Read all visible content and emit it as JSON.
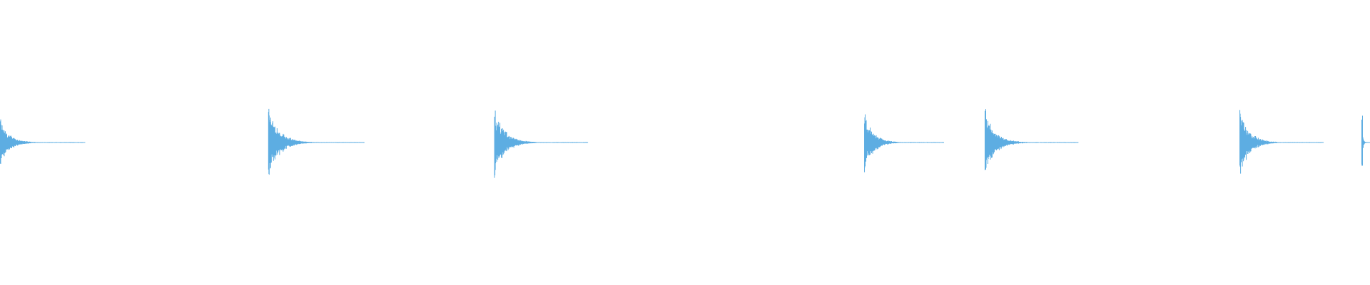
{
  "waveform": {
    "color": "#5dade2",
    "background": "#ffffff",
    "events": [
      {
        "start_fraction": 0.0,
        "peak": 0.34,
        "decay_fraction": 0.062
      },
      {
        "start_fraction": 0.196,
        "peak": 0.54,
        "decay_fraction": 0.07
      },
      {
        "start_fraction": 0.361,
        "peak": 0.5,
        "decay_fraction": 0.068
      },
      {
        "start_fraction": 0.631,
        "peak": 0.43,
        "decay_fraction": 0.058
      },
      {
        "start_fraction": 0.719,
        "peak": 0.48,
        "decay_fraction": 0.068
      },
      {
        "start_fraction": 0.905,
        "peak": 0.54,
        "decay_fraction": 0.061
      },
      {
        "start_fraction": 0.994,
        "peak": 0.45,
        "decay_fraction": 0.006
      }
    ]
  }
}
